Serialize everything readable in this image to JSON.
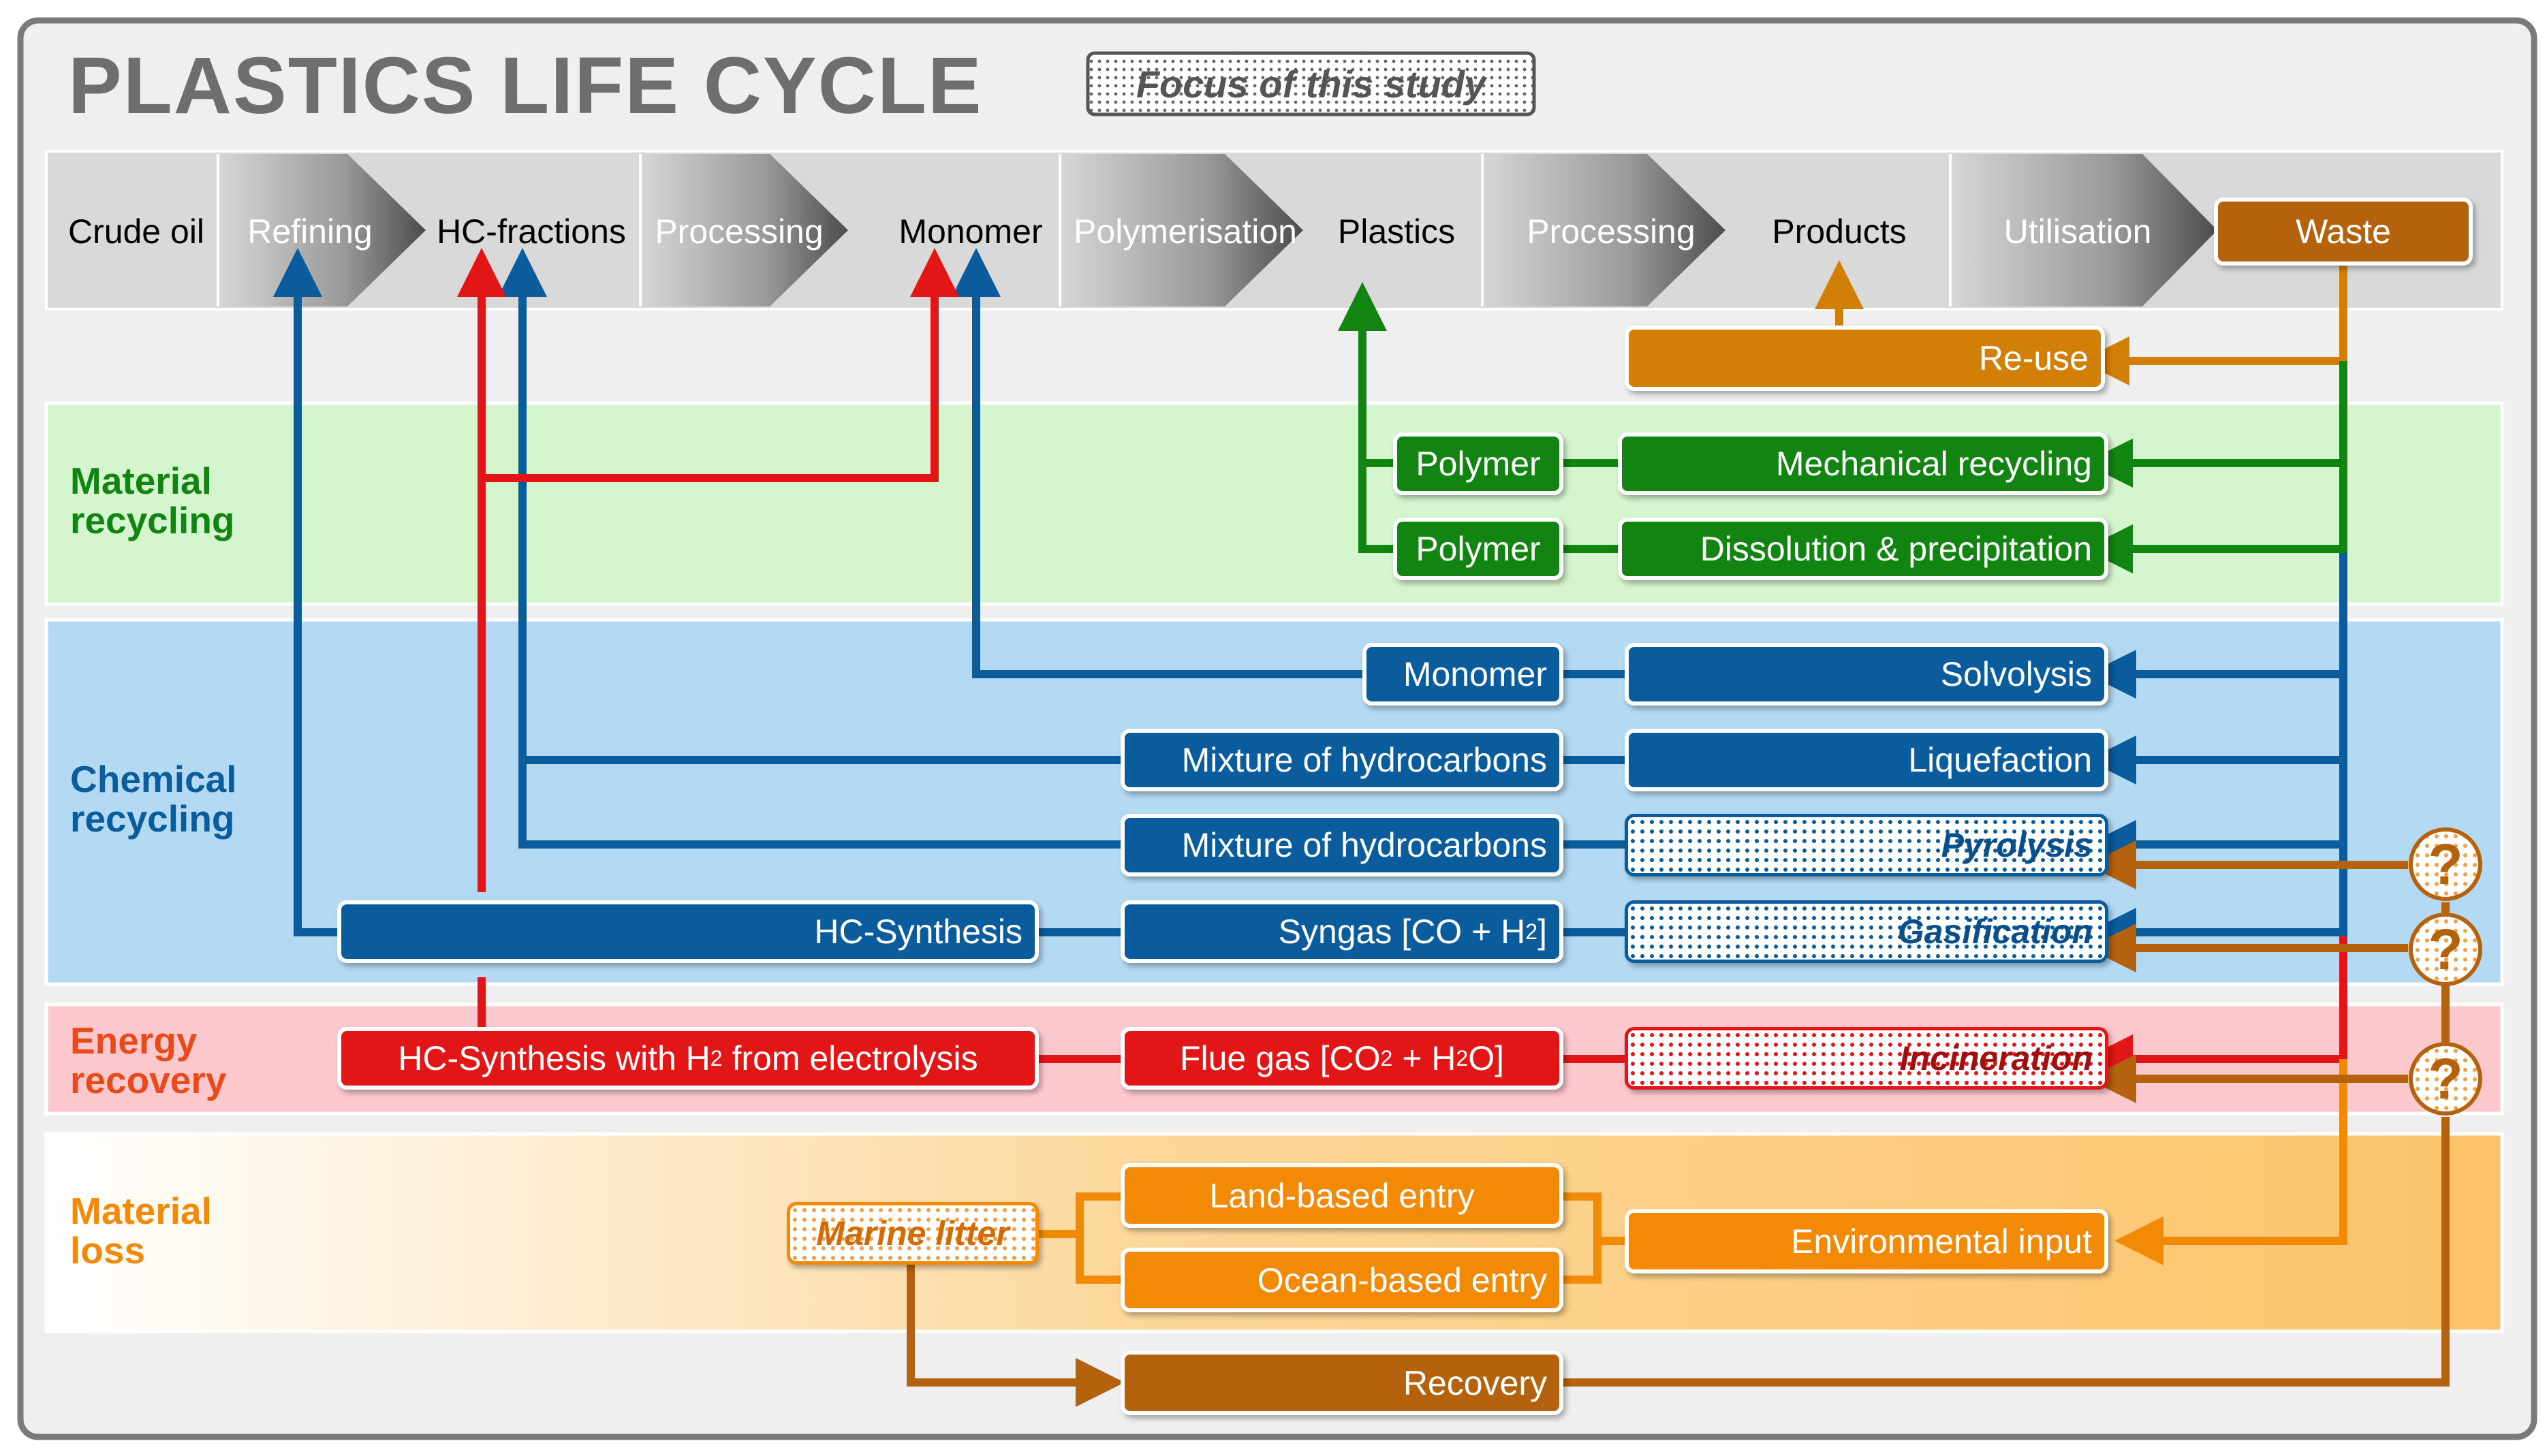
{
  "title": "PLASTICS LIFE CYCLE",
  "legend": {
    "focus_label": "Focus of this study"
  },
  "process_chain": {
    "crude_oil": "Crude oil",
    "refining": "Refining",
    "hc_fractions": "HC-fractions",
    "processing_1": "Processing",
    "monomer": "Monomer",
    "polymerisation": "Polymerisation",
    "plastics": "Plastics",
    "processing_2": "Processing",
    "products": "Products",
    "utilisation": "Utilisation",
    "waste": "Waste"
  },
  "reuse": {
    "label": "Re-use"
  },
  "sections": {
    "material_recycling": {
      "label": "Material recycling"
    },
    "chemical_recycling": {
      "label": "Chemical recycling"
    },
    "energy_recovery": {
      "label": "Energy recovery"
    },
    "material_loss": {
      "label": "Material loss"
    }
  },
  "boxes": {
    "polymer_1": "Polymer",
    "mechanical_recycling": "Mechanical recycling",
    "polymer_2": "Polymer",
    "dissolution": "Dissolution & precipitation",
    "monomer_out": "Monomer",
    "solvolysis": "Solvolysis",
    "mixture_1": "Mixture of hydrocarbons",
    "liquefaction": "Liquefaction",
    "mixture_2": "Mixture of hydrocarbons",
    "pyrolysis": "Pyrolysis",
    "hc_synthesis": "HC-Synthesis",
    "syngas_pre": "Syngas [CO + H",
    "syngas_sub": "2",
    "syngas_post": "]",
    "gasification": "Gasification",
    "hc_synth_h2_pre": "HC-Synthesis with H",
    "hc_synth_h2_sub": "2",
    "hc_synth_h2_post": " from electrolysis",
    "flue_pre": "Flue gas [CO",
    "flue_sub1": "2",
    "flue_mid": " + H",
    "flue_sub2": "2",
    "flue_post": "O]",
    "incineration": "Incineration",
    "marine_litter": "Marine litter",
    "land_entry": "Land-based entry",
    "ocean_entry": "Ocean-based entry",
    "environmental_input": "Environmental input",
    "recovery": "Recovery"
  },
  "question_marks": [
    "?",
    "?",
    "?"
  ],
  "colors": {
    "material_recycling": "#118411",
    "chemical_recycling": "#0a5c9c",
    "energy_recovery": "#e21616",
    "material_loss": "#f28a06",
    "recovery": "#b5620e",
    "reuse": "#d17f06",
    "frame": "#7a7a7a",
    "title": "#6e6e6e"
  }
}
